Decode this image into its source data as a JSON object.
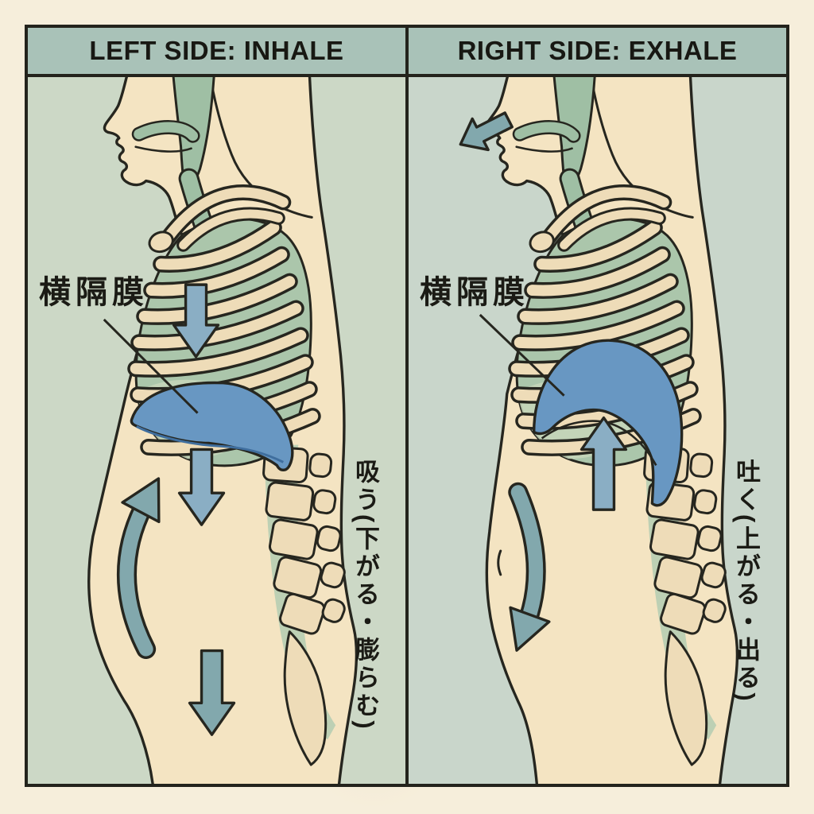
{
  "headers": {
    "left": "LEFT SIDE: INHALE",
    "right": "RIGHT SIDE: EXHALE"
  },
  "labels": {
    "diaphragm": "横隔膜",
    "inhale_caption": "吸う(下がる・膨らむ)",
    "exhale_caption": "吐く(上がる・出る)"
  },
  "figures": {
    "inhale": {
      "arrows": [
        "down-arrow-chest",
        "down-arrow-below-diaphragm",
        "curved-up-arrow-belly",
        "down-arrow-abdomen"
      ],
      "diaphragm_state": "lowered-flattened"
    },
    "exhale": {
      "arrows": [
        "out-arrow-nose",
        "up-arrow-below-diaphragm",
        "curved-down-arrow-belly"
      ],
      "diaphragm_state": "raised-domed"
    }
  },
  "colors": {
    "paper": "#f6eedb",
    "panel_left_bg": "#ccd8c6",
    "panel_right_bg": "#c9d6cb",
    "header_bg": "#a9c2b8",
    "ink": "#26261f",
    "skin": "#f4e4c2",
    "airway_green": "#9fbfa4",
    "lung_green": "#abc6ab",
    "lung_light": "#c7d6ba",
    "rib_cream": "#eedcb8",
    "diaphragm_blue": "#6897c2",
    "diaphragm_rim": "#3f6e9e",
    "arrow_teal": "#82a8ad",
    "arrow_blue": "#8aaec4",
    "spine_green": "#b7cdb2"
  }
}
